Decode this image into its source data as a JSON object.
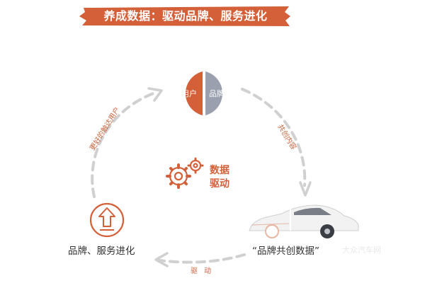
{
  "title": "养成数据：驱动品牌、服务进化",
  "node_top": {
    "left_label": "用户",
    "right_label": "品牌"
  },
  "node_left": {
    "caption": "品牌、服务进化"
  },
  "node_right": {
    "caption": "“品牌共创数据”"
  },
  "center": {
    "line1": "数据",
    "line2": "驱动"
  },
  "edges": {
    "top_to_right": "共创内容",
    "right_to_left": "驱 动",
    "left_to_top": "更好的触达用户"
  },
  "watermark": "大众汽车网",
  "colors": {
    "accent": "#d4603a",
    "grey": "#9aa0ae",
    "arrow": "#d0d0d0"
  }
}
